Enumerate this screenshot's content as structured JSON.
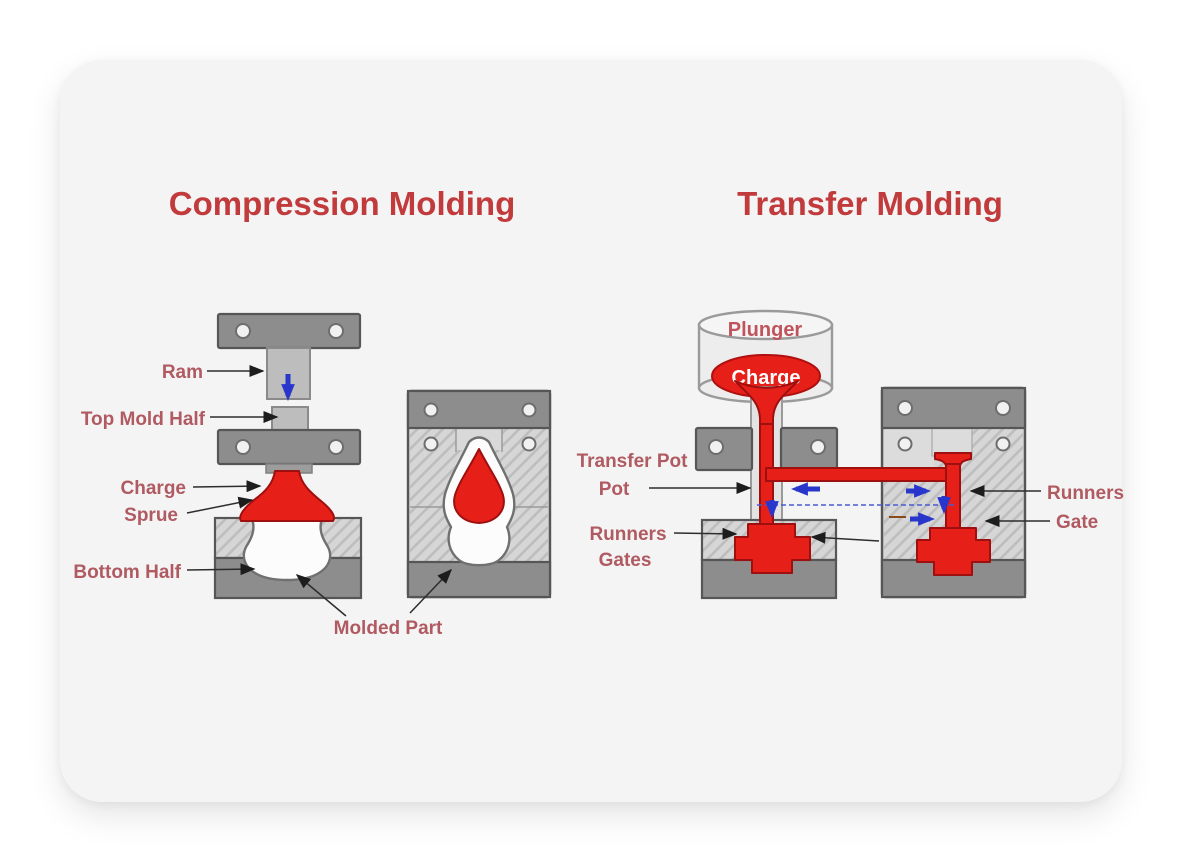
{
  "page": {
    "background": "#ffffff",
    "card_background": "#f4f4f5"
  },
  "colors": {
    "title_red": "#c23b3c",
    "label_red": "#b05a61",
    "mold_dark_gray": "#8d8d8d",
    "mold_light_gray": "#d6d6d6",
    "ram_gray": "#bdbdbd",
    "material_red": "#e62019",
    "flow_arrow_blue": "#2936cc",
    "annotation_line": "#2d2d2d"
  },
  "compression": {
    "title": "Compression Molding",
    "labels": {
      "ram": "Ram",
      "top_mold_half": "Top Mold Half",
      "charge": "Charge",
      "sprue": "Sprue",
      "bottom_half": "Bottom Half",
      "molded_part": "Molded Part"
    }
  },
  "transfer": {
    "title": "Transfer Molding",
    "labels": {
      "plunger": "Plunger",
      "charge": "Charge",
      "transfer_pot": "Transfer Pot",
      "pot": "Pot",
      "runners_left": "Runners",
      "gates_left": "Gates",
      "runners_right": "Runners",
      "gate_right": "Gate"
    }
  }
}
